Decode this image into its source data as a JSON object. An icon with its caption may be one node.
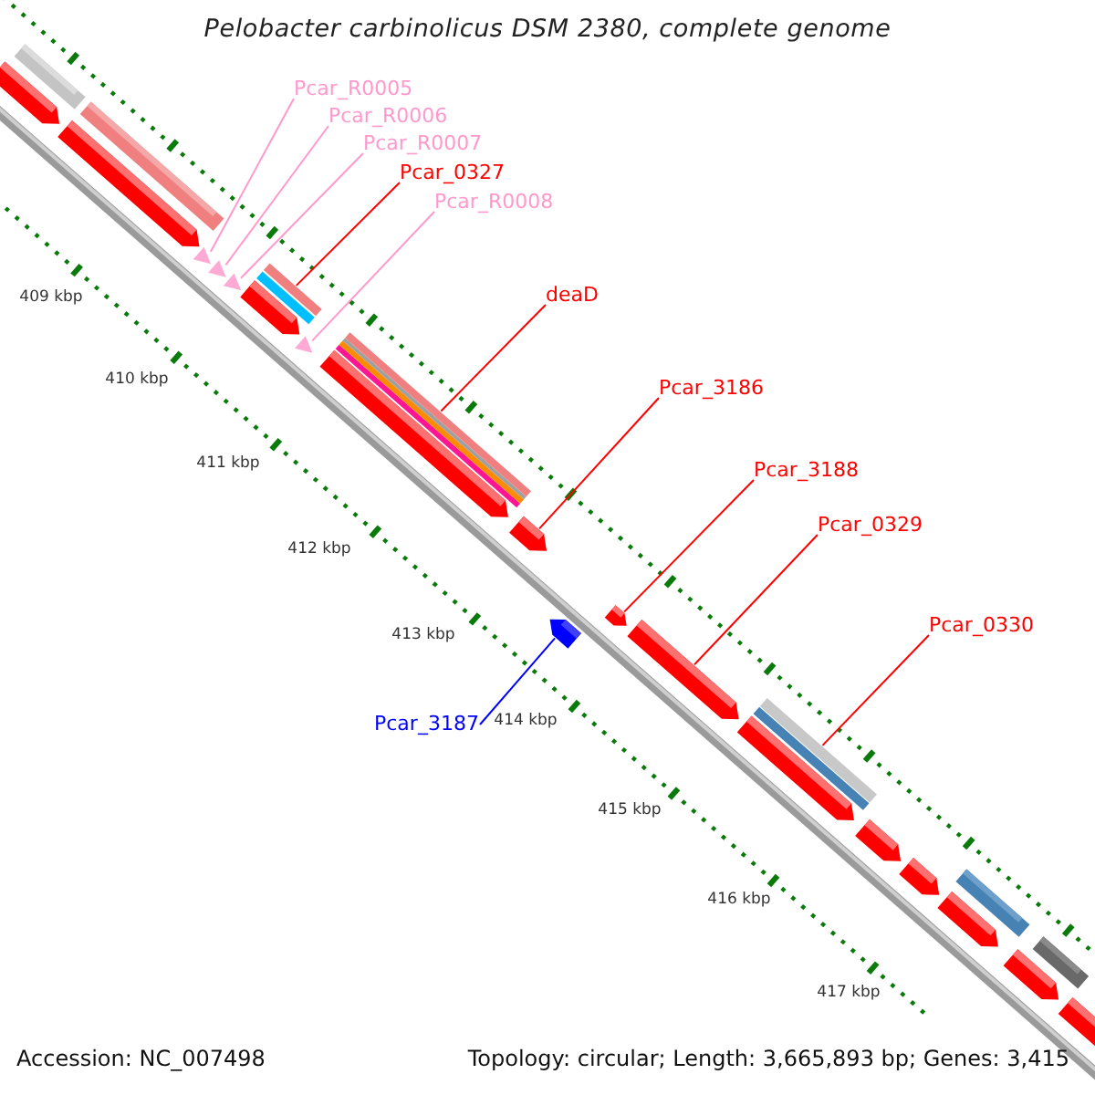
{
  "diagram": {
    "title": "Pelobacter carbinolicus DSM 2380, complete genome",
    "nodes": [
      {
        "text": [
          "Pcar_R0005"
        ]
      },
      {
        "text": [
          "Pcar_R0006"
        ]
      },
      {
        "text": [
          "Pcar_R0007"
        ]
      },
      {
        "text": [
          "Pcar_0327"
        ]
      },
      {
        "text": [
          "Pcar_R0008"
        ]
      },
      {
        "text": [
          "deaD"
        ]
      },
      {
        "text": [
          "Pcar_3186"
        ]
      },
      {
        "text": [
          "Pcar_3188"
        ]
      },
      {
        "text": [
          "Pcar_0329"
        ]
      },
      {
        "text": [
          "Pcar_0330"
        ]
      },
      {
        "text": [
          "Pcar_3187"
        ]
      },
      {
        "text": [],
        "shape": "pentagon"
      },
      {
        "text": [],
        "shape": "bar"
      },
      {
        "text": [],
        "shape": "pentagon"
      },
      {
        "text": [],
        "shape": "bar"
      },
      {
        "text": [],
        "shape": "triangle"
      },
      {
        "text": [],
        "shape": "triangle"
      },
      {
        "text": [],
        "shape": "triangle"
      },
      {
        "text": [],
        "shape": "pentagon"
      },
      {
        "text": [],
        "shape": "triangle"
      },
      {
        "text": [],
        "shape": "pentagon"
      },
      {
        "text": [],
        "shape": "pentagon"
      },
      {
        "text": [],
        "shape": "pentagon"
      },
      {
        "text": [],
        "shape": "pentagon"
      },
      {
        "text": [],
        "shape": "pentagon"
      },
      {
        "text": [],
        "shape": "pentagon"
      },
      {
        "text": [],
        "shape": "pentagon"
      },
      {
        "text": [],
        "shape": "pentagon"
      },
      {
        "text": [],
        "shape": "bar"
      },
      {
        "text": [],
        "shape": "pentagon"
      },
      {
        "text": [],
        "shape": "pentagon"
      },
      {
        "text": [],
        "shape": "bar"
      },
      {
        "text": [],
        "shape": "pentagon"
      }
    ],
    "edges": [
      {
        "from": 0,
        "to": 15,
        "arrow": "none",
        "color": "#ff99cc"
      },
      {
        "from": 1,
        "to": 16,
        "arrow": "none",
        "color": "#ff99cc"
      },
      {
        "from": 2,
        "to": 17,
        "arrow": "none",
        "color": "#ff99cc"
      },
      {
        "from": 3,
        "to": 18,
        "arrow": "none"
      },
      {
        "from": 4,
        "to": 19,
        "arrow": "none",
        "color": "#ff99cc"
      },
      {
        "from": 5,
        "to": 20,
        "arrow": "none"
      },
      {
        "from": 6,
        "to": 21,
        "arrow": "none"
      },
      {
        "from": 7,
        "to": 23,
        "arrow": "none"
      },
      {
        "from": 8,
        "to": 24,
        "arrow": "none"
      },
      {
        "from": 9,
        "to": 25,
        "arrow": "none"
      },
      {
        "from": 10,
        "to": 22,
        "arrow": "none",
        "color": "#0000ff"
      }
    ],
    "labels": [
      "409 kbp",
      "410 kbp",
      "411 kbp",
      "412 kbp",
      "413 kbp",
      "414 kbp",
      "415 kbp",
      "416 kbp",
      "417 kbp",
      "Accession: NC_007498",
      "Topology: circular; Length: 3,665,893 bp; Genes: 3,415"
    ]
  }
}
